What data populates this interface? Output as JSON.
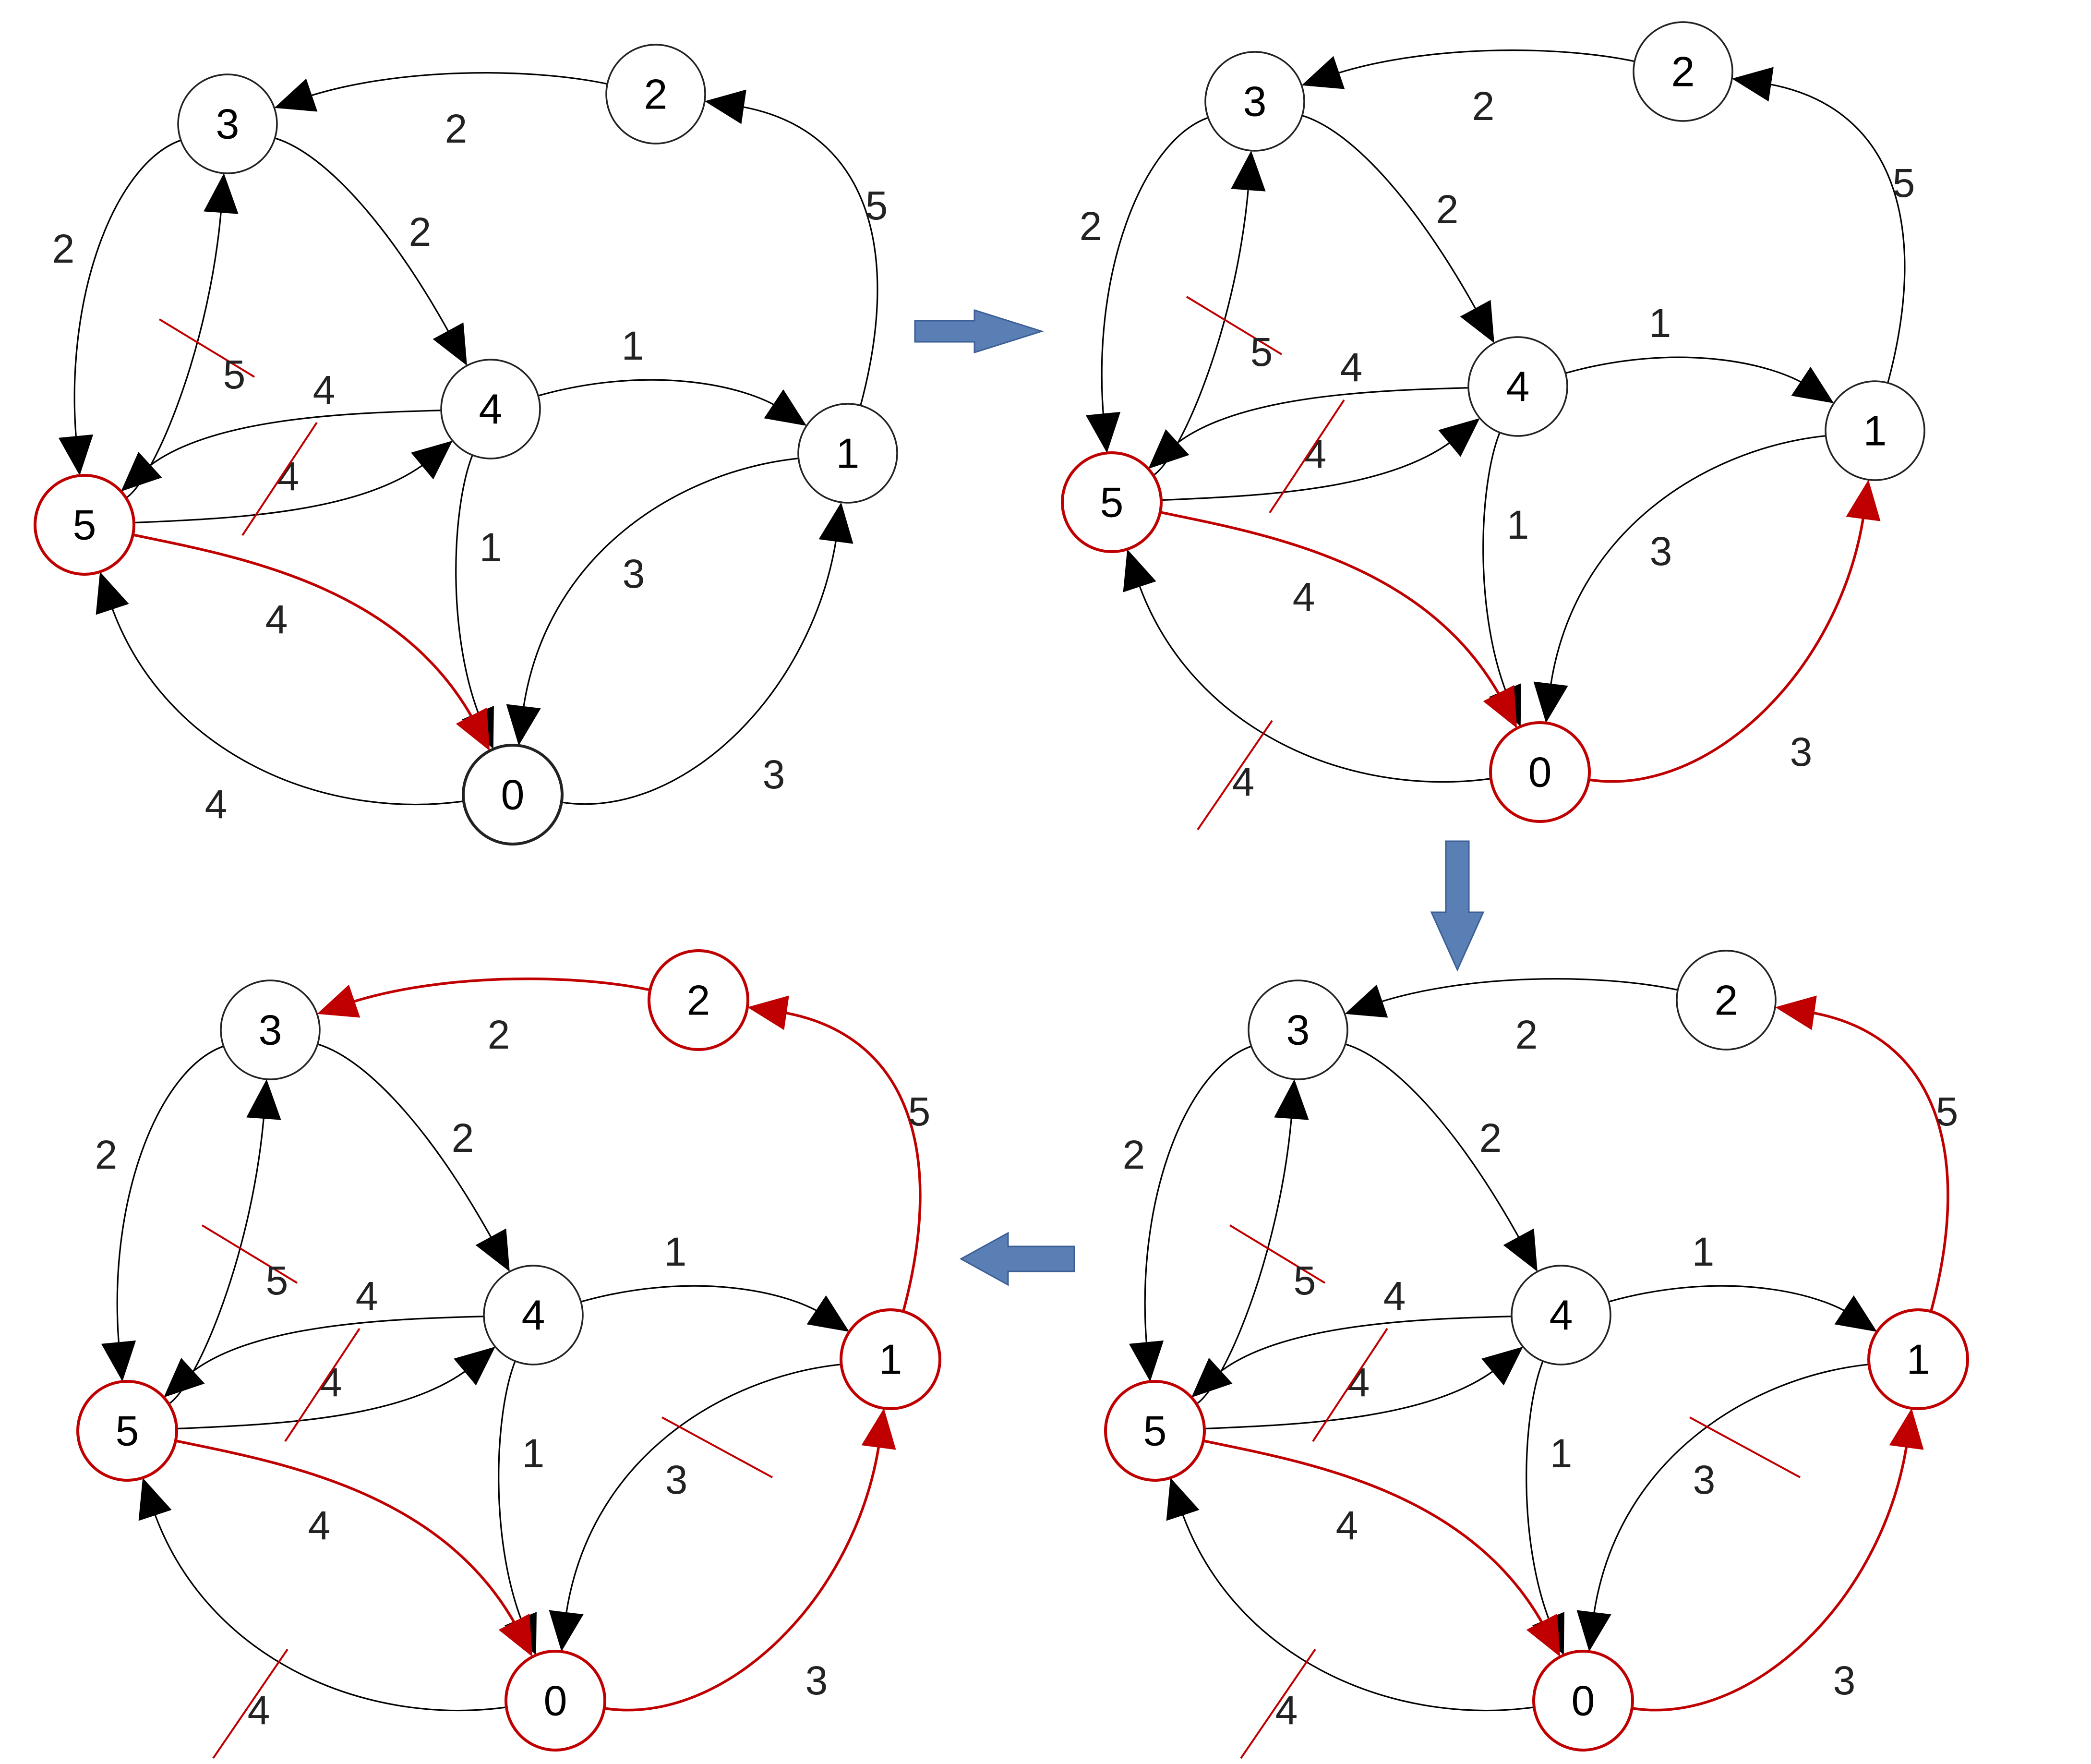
{
  "colors": {
    "default_edge": "#000000",
    "highlight": "#c00000",
    "arrow_fill": "#5a7fb5",
    "arrow_stroke": "#3b5f96"
  },
  "panels": [
    {
      "id": "step-1",
      "highlight_nodes": [
        "5"
      ],
      "highlight_edges": [
        "e50"
      ],
      "crossed_labels": [
        "e35",
        "e54"
      ],
      "nodes": {
        "0": "0",
        "1": "1",
        "2": "2",
        "3": "3",
        "4": "4",
        "5": "5"
      },
      "weights": {
        "e23": "2",
        "e35": "2",
        "e34": "2",
        "e53": "5",
        "e41": "1",
        "e45": "4",
        "e54": "4",
        "e40": "1",
        "e10": "3",
        "e12": "5",
        "e50": "4",
        "e05": "4",
        "e01": "3"
      }
    },
    {
      "id": "step-2",
      "highlight_nodes": [
        "5",
        "0"
      ],
      "highlight_edges": [
        "e50",
        "e01"
      ],
      "crossed_labels": [
        "e35",
        "e54",
        "e05"
      ],
      "nodes": {
        "0": "0",
        "1": "1",
        "2": "2",
        "3": "3",
        "4": "4",
        "5": "5"
      },
      "weights": {
        "e23": "2",
        "e35": "2",
        "e34": "2",
        "e53": "5",
        "e41": "1",
        "e45": "4",
        "e54": "4",
        "e40": "1",
        "e10": "3",
        "e12": "5",
        "e50": "4",
        "e05": "4",
        "e01": "3"
      }
    },
    {
      "id": "step-3",
      "highlight_nodes": [
        "5",
        "0",
        "1"
      ],
      "highlight_edges": [
        "e50",
        "e01",
        "e12"
      ],
      "crossed_labels": [
        "e35",
        "e54",
        "e05",
        "e10"
      ],
      "nodes": {
        "0": "0",
        "1": "1",
        "2": "2",
        "3": "3",
        "4": "4",
        "5": "5"
      },
      "weights": {
        "e23": "2",
        "e35": "2",
        "e34": "2",
        "e53": "5",
        "e41": "1",
        "e45": "4",
        "e54": "4",
        "e40": "1",
        "e10": "3",
        "e12": "5",
        "e50": "4",
        "e05": "4",
        "e01": "3"
      }
    },
    {
      "id": "step-4",
      "highlight_nodes": [
        "5",
        "0",
        "1",
        "2"
      ],
      "highlight_edges": [
        "e50",
        "e01",
        "e12",
        "e23"
      ],
      "crossed_labels": [
        "e35",
        "e54",
        "e05",
        "e10"
      ],
      "nodes": {
        "0": "0",
        "1": "1",
        "2": "2",
        "3": "3",
        "4": "4",
        "5": "5"
      },
      "weights": {
        "e23": "2",
        "e35": "2",
        "e34": "2",
        "e53": "5",
        "e41": "1",
        "e45": "4",
        "e54": "4",
        "e40": "1",
        "e10": "3",
        "e12": "5",
        "e50": "4",
        "e05": "4",
        "e01": "3"
      }
    }
  ],
  "transitions": [
    {
      "from": "step-1",
      "to": "step-2",
      "direction": "right"
    },
    {
      "from": "step-2",
      "to": "step-3",
      "direction": "down"
    },
    {
      "from": "step-3",
      "to": "step-4",
      "direction": "left"
    }
  ]
}
